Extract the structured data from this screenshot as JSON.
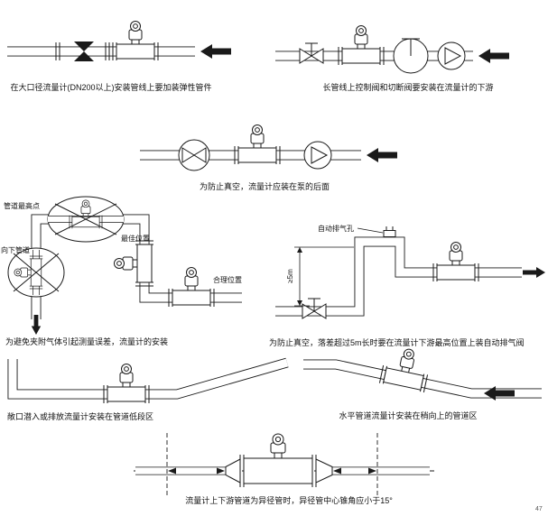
{
  "page": {
    "background": "#ffffff",
    "ink_color": "#1a1a1a",
    "corner_mark": "47"
  },
  "diagrams": {
    "d1": {
      "caption": "在大口径流量计(DN200以上)安装管线上要加装弹性管件"
    },
    "d2": {
      "caption": "长管线上控制阀和切断阀要安装在流量计的下游"
    },
    "d3": {
      "caption": "为防止真空，流量计应装在泵的后面"
    },
    "d4": {
      "caption": "为避免夹附气体引起测量误差，流量计的安装",
      "labels": {
        "highest_point": "管道最高点",
        "downward_pipe": "向下管道",
        "best_position": "最佳位置",
        "reasonable_position": "合理位置"
      }
    },
    "d5": {
      "caption": "为防止真空，落差超过5m长时要在流量计下游最高位置上装自动排气阀",
      "labels": {
        "auto_vent": "自动排气孔",
        "drop_height": "≥5m"
      }
    },
    "d6": {
      "caption": "敞口潜入或排放流量计安装在管道低段区"
    },
    "d7": {
      "caption": "水平管道流量计安装在稍向上的管道区"
    },
    "d8": {
      "caption": "流量计上下游管道为异径管时，异径管中心锥角应小于15°"
    }
  }
}
